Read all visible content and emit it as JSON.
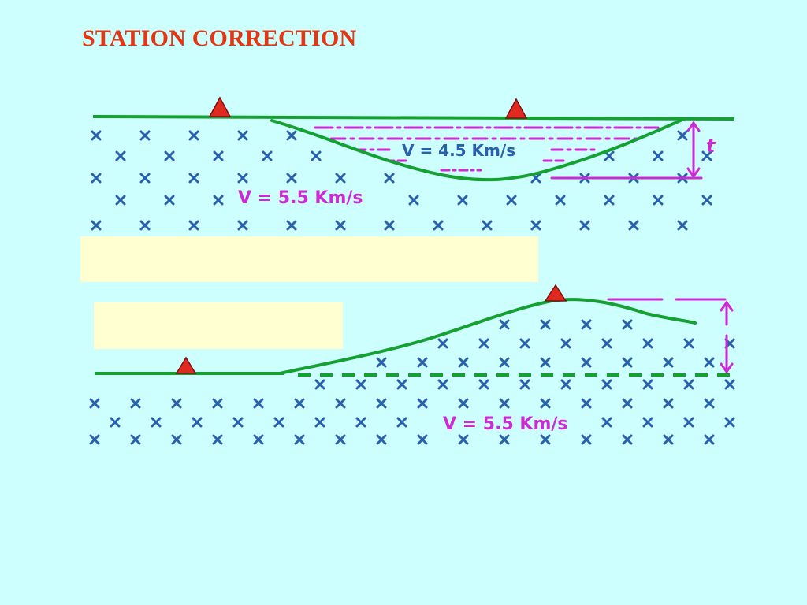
{
  "title": "STATION CORRECTION",
  "upper_panel": {
    "label_low_velocity": "V = 4.5 Km/s",
    "label_bedrock_velocity": "V = 5.5 Km/s",
    "label_thickness": "t"
  },
  "lower_panel": {
    "label_bedrock_velocity": "V = 5.5 Km/s"
  },
  "colors": {
    "title": "#e53512",
    "ground_line": "#15a032",
    "station_marker": "#e02a1f",
    "velocity_annotation": "#cc2bd2",
    "rock_cross": "#2a5fae",
    "blank_box": "#ffffd2",
    "background": "#ccfffe"
  }
}
